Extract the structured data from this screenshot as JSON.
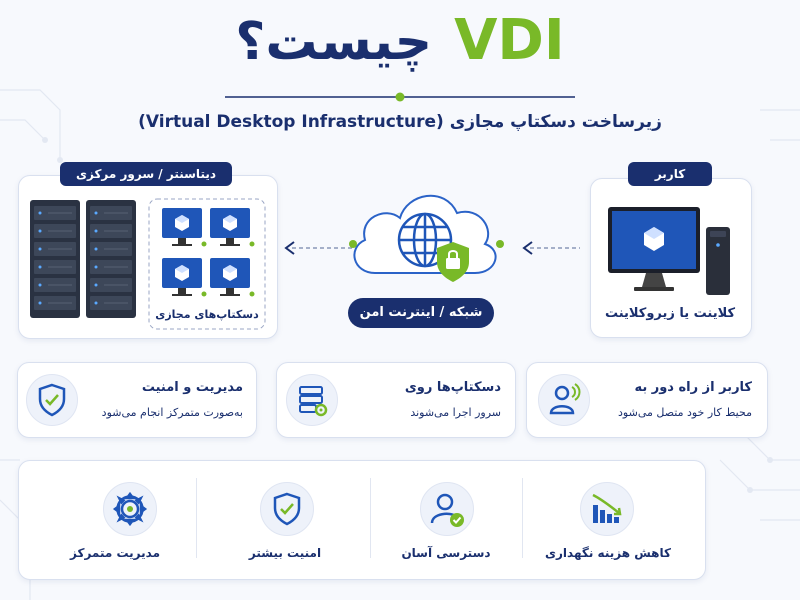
{
  "header": {
    "title_fa": "چیست؟",
    "title_en": "VDI",
    "subtitle": "زیرساخت دسکتاپ مجازی (Virtual Desktop Infrastructure)"
  },
  "datacenter": {
    "tag": "دیتاسنتر / سرور مرکزی",
    "virtual_desktops_label": "دسکتاپ‌های مجازی"
  },
  "network": {
    "label": "شبکه / اینترنت امن"
  },
  "user": {
    "tag": "کاربر",
    "client_label": "کلاینت یا زیروکلاینت"
  },
  "features": [
    {
      "title": "مدیریت و امنیت",
      "desc": "به‌صورت متمرکز انجام می‌شود",
      "icon": "shield-check-icon"
    },
    {
      "title": "دسکتاپ‌ها روی",
      "desc": "سرور اجرا می‌شوند",
      "icon": "server-gear-icon"
    },
    {
      "title": "کاربر از راه دور به",
      "desc": "محیط کار خود متصل می‌شود",
      "icon": "remote-user-icon"
    }
  ],
  "benefits": [
    {
      "label": "مدیریت متمرکز",
      "icon": "gear-icon"
    },
    {
      "label": "امنیت بیشتر",
      "icon": "shield-check-icon"
    },
    {
      "label": "دسترسی آسان",
      "icon": "user-check-icon"
    },
    {
      "label": "کاهش هزینه نگهداری",
      "icon": "cost-down-chart-icon"
    }
  ],
  "colors": {
    "navy": "#1a2f6e",
    "green": "#79b928",
    "accent_blue": "#2b63c8"
  }
}
